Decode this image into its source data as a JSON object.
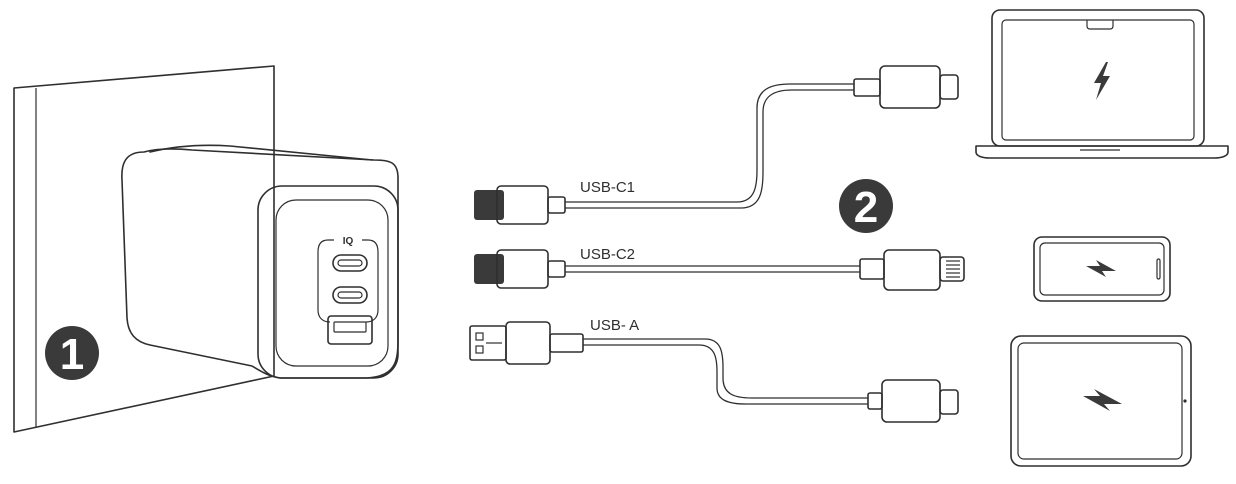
{
  "diagram": {
    "steps": [
      {
        "number": "1"
      },
      {
        "number": "2"
      }
    ],
    "charger": {
      "logo_text": "IQ"
    },
    "cables": [
      {
        "port_label": "USB-C1",
        "input_connector": "usb-c",
        "output_connector": "usb-c",
        "device": "laptop"
      },
      {
        "port_label": "USB-C2",
        "input_connector": "usb-c",
        "output_connector": "lightning",
        "device": "phone"
      },
      {
        "port_label": "USB- A",
        "input_connector": "usb-a",
        "output_connector": "usb-c",
        "device": "tablet"
      }
    ],
    "device_icon": "lightning-bolt-icon",
    "colors": {
      "line": "#2f2f2f",
      "badge": "#3a3a3a",
      "plug_tip": "#3a3a3a"
    }
  }
}
